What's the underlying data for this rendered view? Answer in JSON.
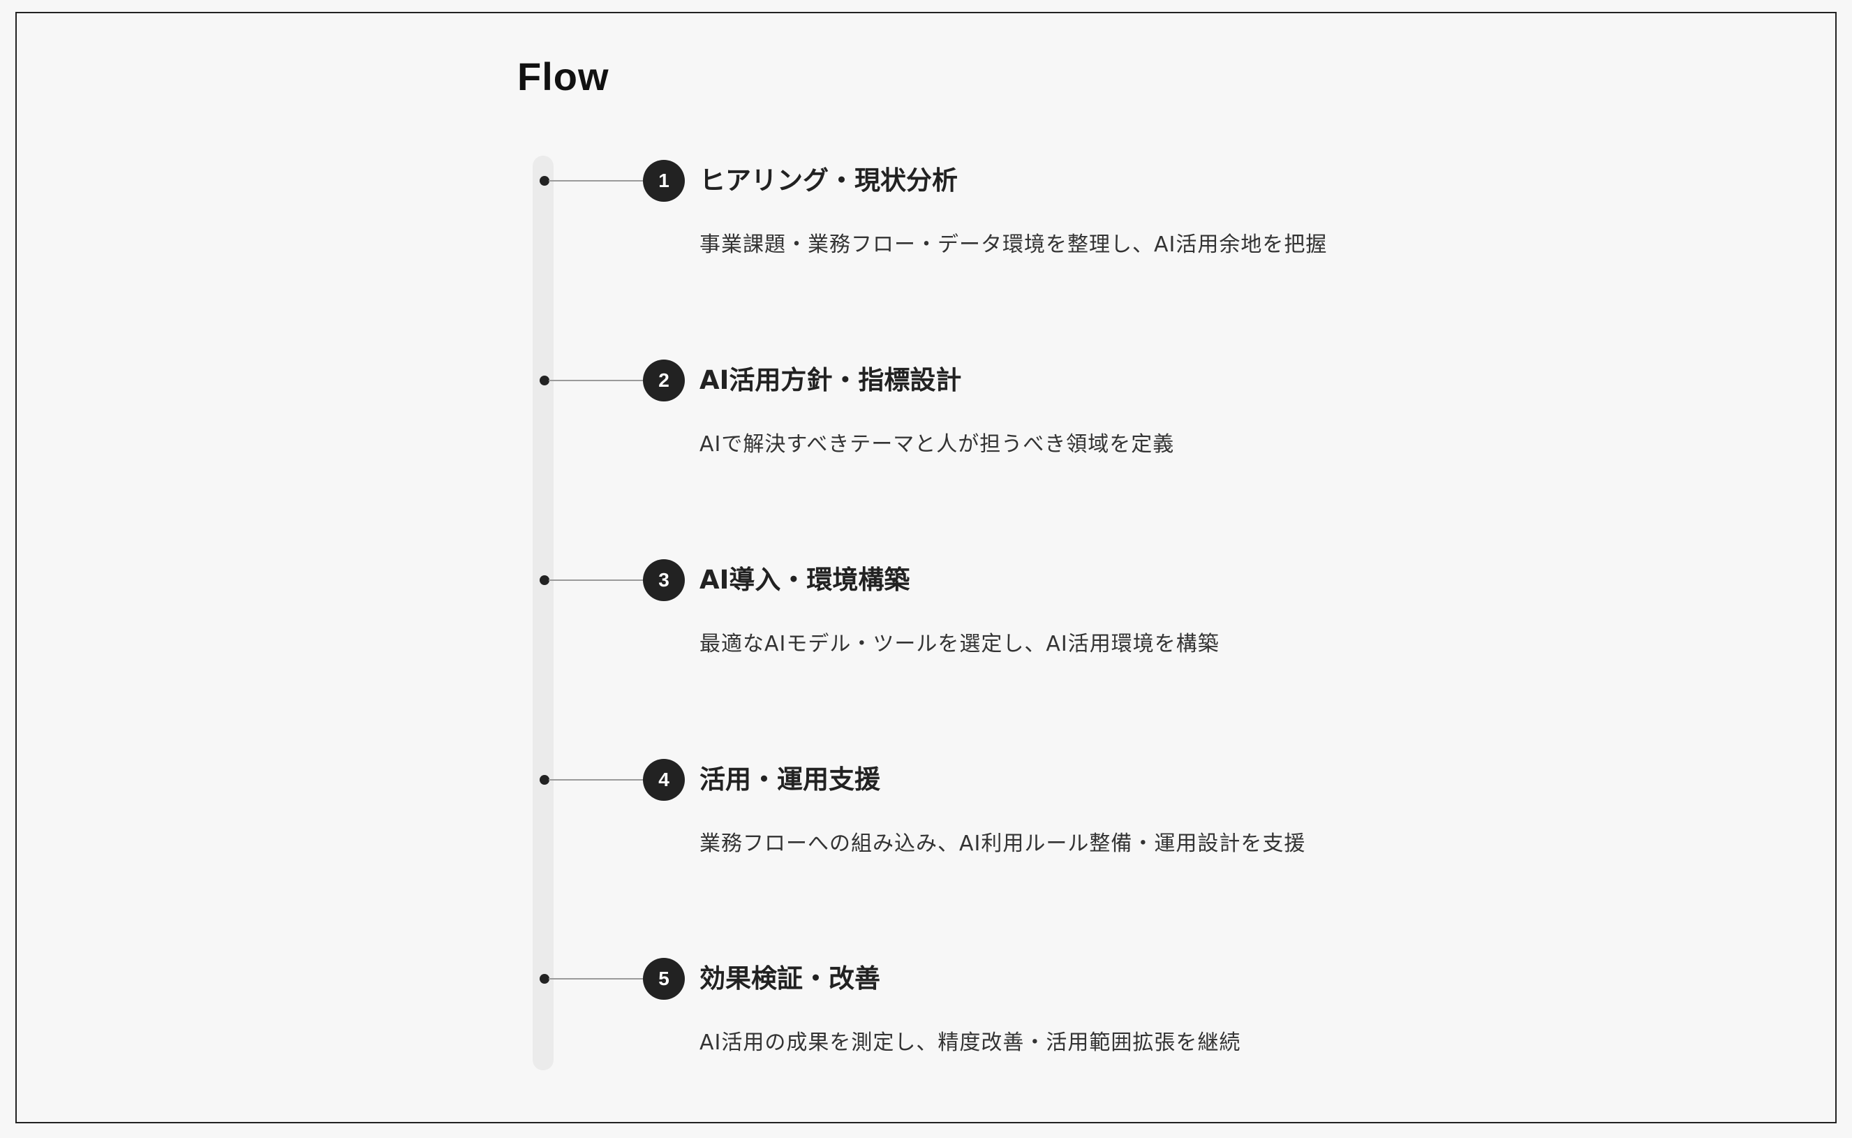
{
  "section": {
    "title": "Flow"
  },
  "steps": [
    {
      "number": "1",
      "title": "ヒアリング・現状分析",
      "description": "事業課題・業務フロー・データ環境を整理し、AI活用余地を把握"
    },
    {
      "number": "2",
      "title": "AI活用方針・指標設計",
      "description": "AIで解決すべきテーマと人が担うべき領域を定義"
    },
    {
      "number": "3",
      "title": "AI導入・環境構築",
      "description": "最適なAIモデル・ツールを選定し、AI活用環境を構築"
    },
    {
      "number": "4",
      "title": "活用・運用支援",
      "description": "業務フローへの組み込み、AI利用ルール整備・運用設計を支援"
    },
    {
      "number": "5",
      "title": "効果検証・改善",
      "description": "AI活用の成果を測定し、精度改善・活用範囲拡張を継続"
    }
  ],
  "colors": {
    "background": "#f7f7f7",
    "text": "#222222",
    "badge": "#222222",
    "badge_text": "#ffffff",
    "track": "#ebebeb",
    "connector": "#9a9a9a"
  }
}
